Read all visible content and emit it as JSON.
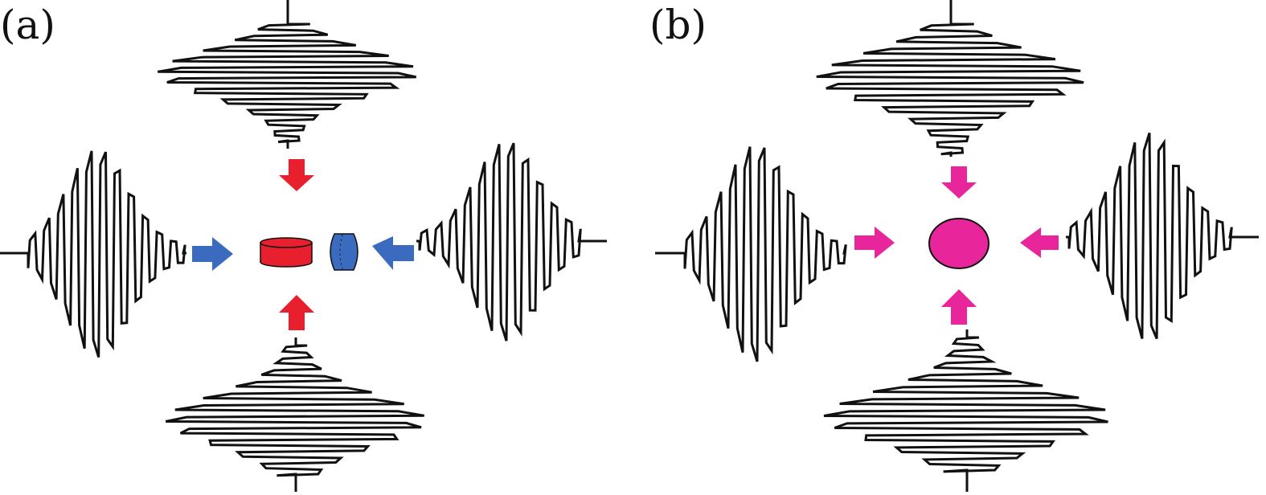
{
  "panels": [
    {
      "id": "a",
      "label": "(a)",
      "center_particle_colors": [
        "#e8202e",
        "#3a6bbf"
      ],
      "vertical_arrow_color": "#e8202e",
      "horizontal_arrow_color": "#3a6bbf"
    },
    {
      "id": "b",
      "label": "(b)",
      "center_particle_colors": [
        "#e8259a"
      ],
      "vertical_arrow_color": "#e8259a",
      "horizontal_arrow_color": "#e8259a"
    }
  ],
  "colors": {
    "line": "#111111",
    "background": "#ffffff",
    "red": "#e8202e",
    "blue": "#3a6bbf",
    "magenta": "#e8259a"
  }
}
